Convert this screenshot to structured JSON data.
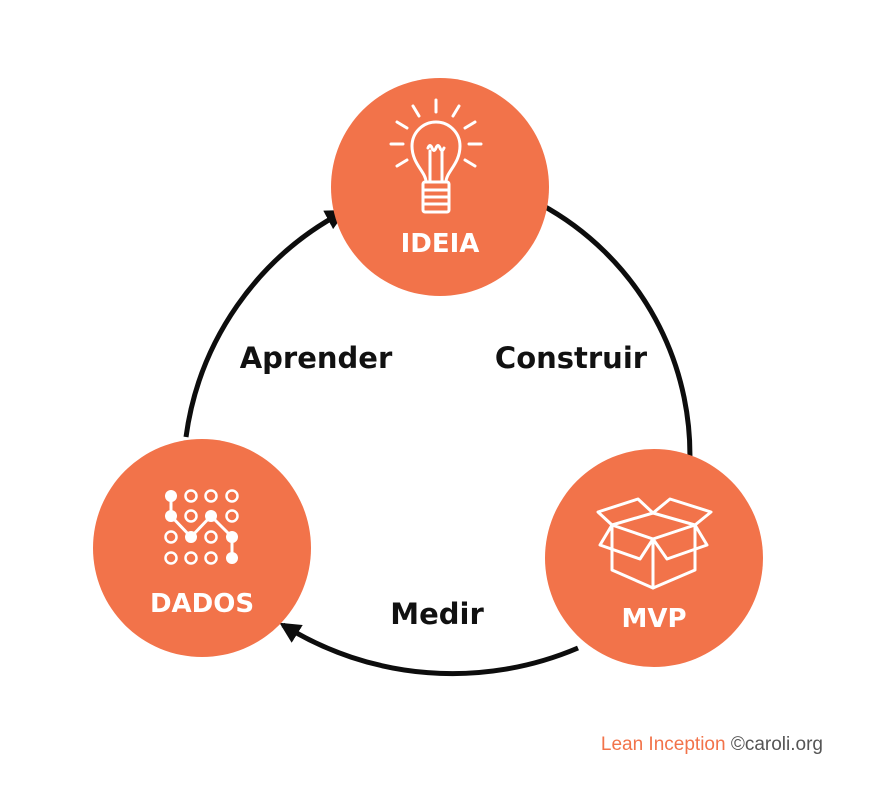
{
  "colors": {
    "node_fill": "#f2734a",
    "arrow": "#0d0d0d",
    "text_dark": "#111111",
    "brand": "#f2734a",
    "credit_gray": "#555555"
  },
  "nodes": {
    "ideia": {
      "label": "IDEIA",
      "icon": "lightbulb-icon"
    },
    "mvp": {
      "label": "MVP",
      "icon": "box-icon"
    },
    "dados": {
      "label": "DADOS",
      "icon": "data-grid-icon"
    }
  },
  "edges": {
    "construir": "Construir",
    "medir": "Medir",
    "aprender": "Aprender"
  },
  "credit": {
    "brand": "Lean Inception",
    "site": "©caroli.org"
  }
}
